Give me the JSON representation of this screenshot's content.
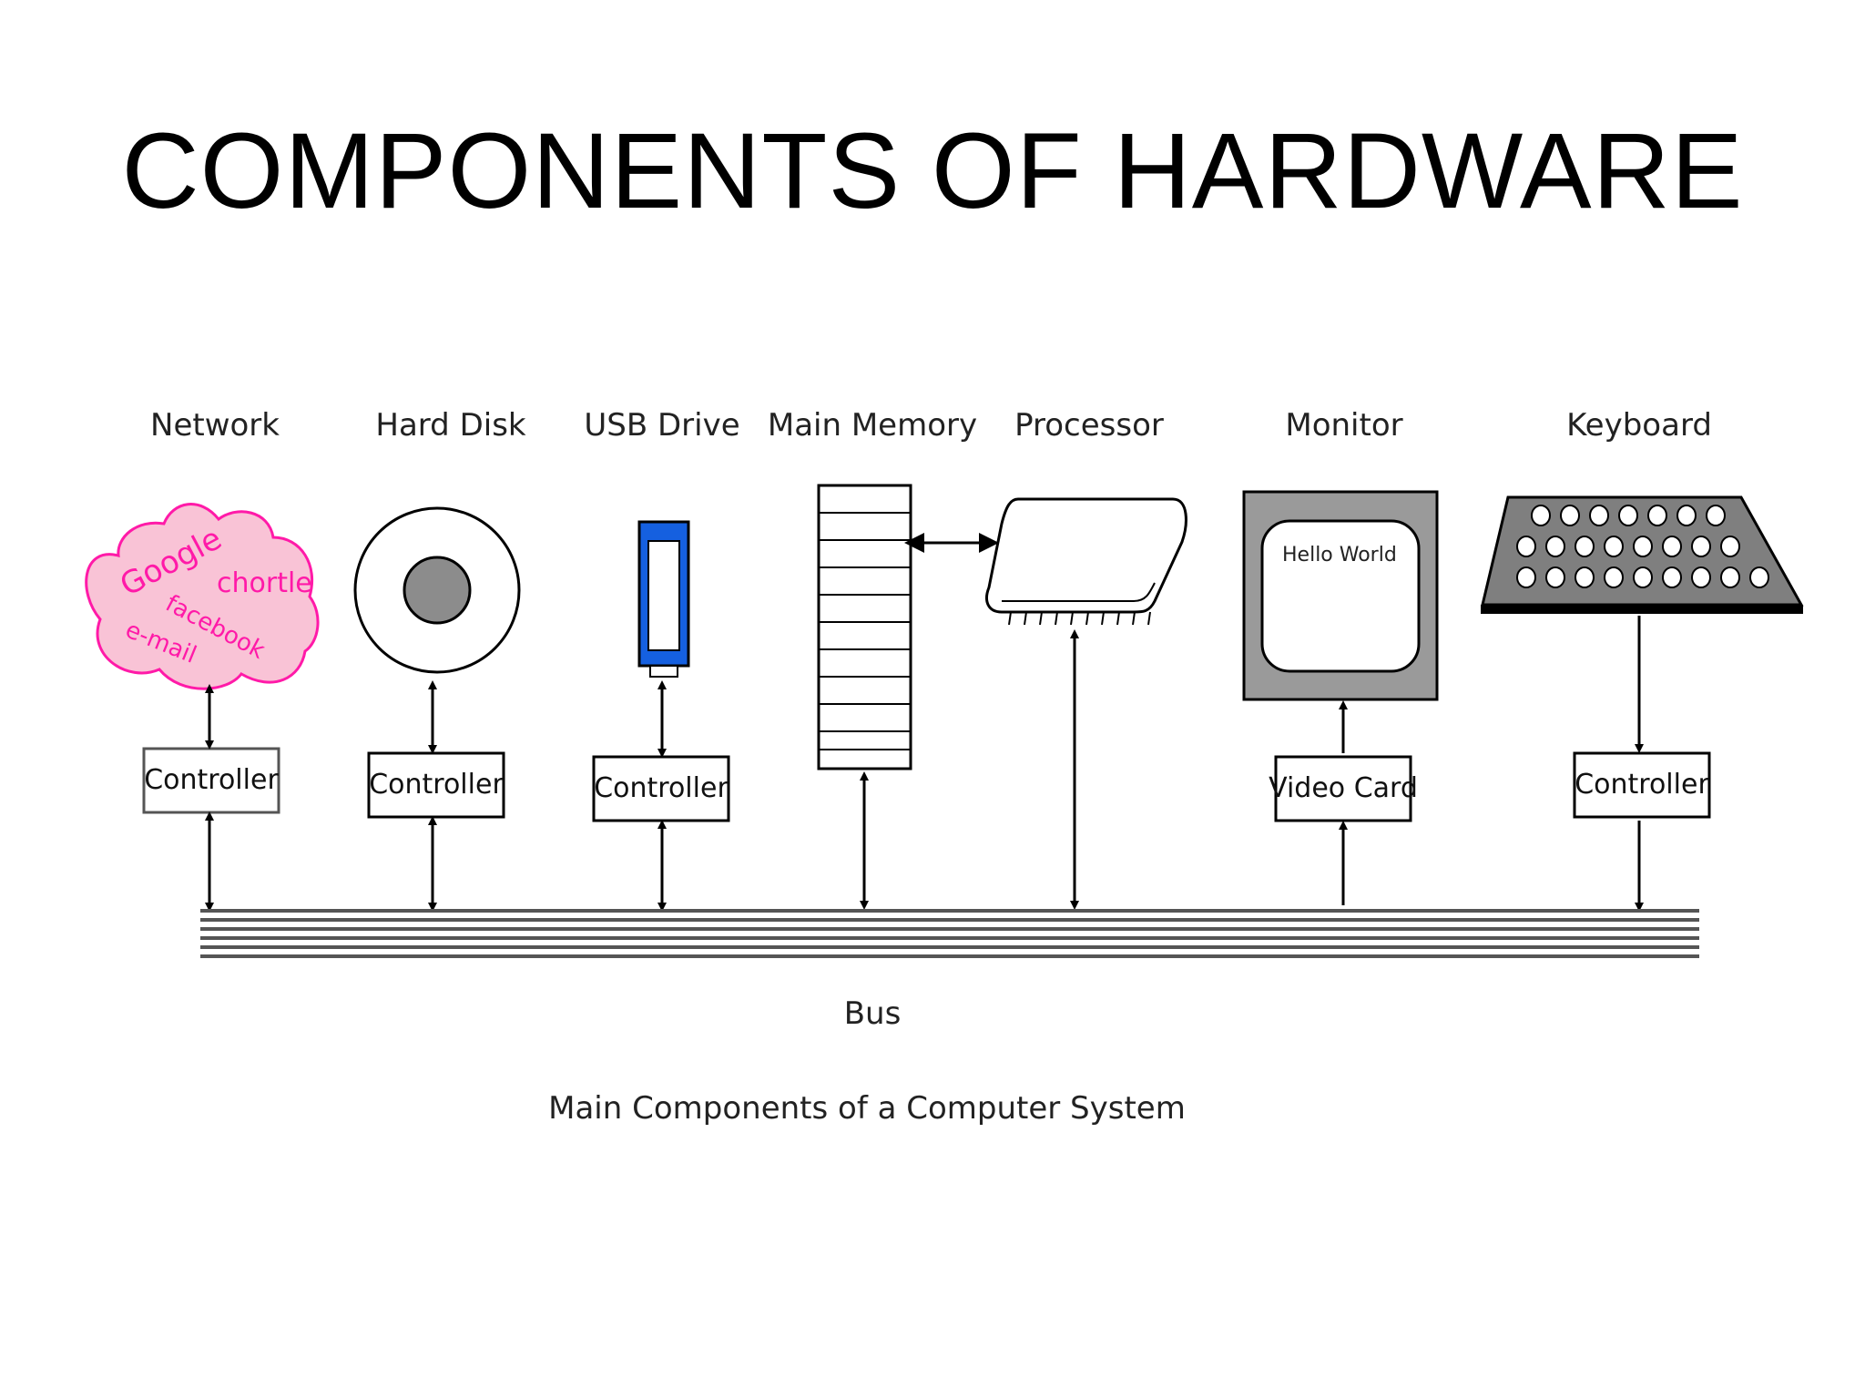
{
  "title": "COMPONENTS OF HARDWARE",
  "caption": "Main Components of a Computer System",
  "bus_label": "Bus",
  "components": {
    "network": "Network",
    "hard_disk": "Hard Disk",
    "usb_drive": "USB Drive",
    "main_memory": "Main Memory",
    "processor": "Processor",
    "monitor": "Monitor",
    "keyboard": "Keyboard"
  },
  "boxes": {
    "network_controller": "Controller",
    "disk_controller": "Controller",
    "usb_controller": "Controller",
    "video_card": "Video Card",
    "keyboard_controller": "Controller"
  },
  "cloud_words": [
    "Google",
    "chortle",
    "facebook",
    "e-mail"
  ],
  "monitor_screen_text": "Hello World",
  "colors": {
    "cloud_fill": "#f9c3d6",
    "cloud_stroke": "#ff1aa8",
    "usb_blue": "#1560e0",
    "monitor_gray": "#9a9a9a",
    "keyboard_gray": "#7f7f7f"
  }
}
